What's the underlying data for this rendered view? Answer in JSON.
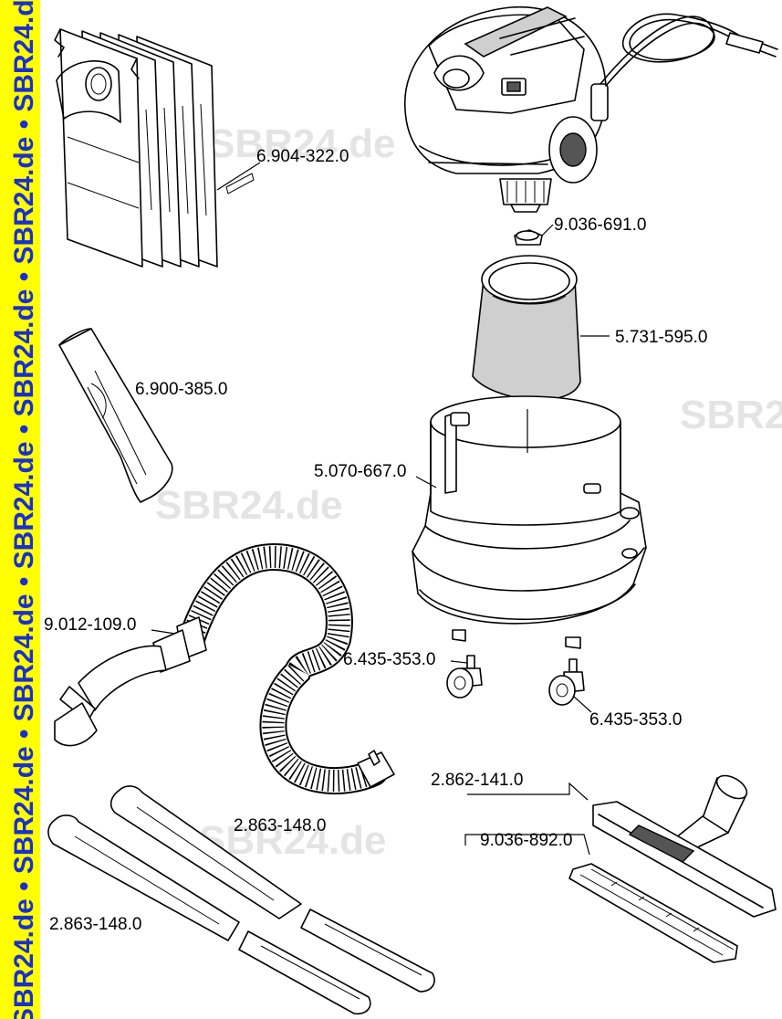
{
  "banner": {
    "text": "SBR24.de • SBR24.de • SBR24.de • SBR24.de • SBR24.de • SBR24.de • SBR24.de •",
    "background": "#ffff00",
    "color": "#1a2fd0"
  },
  "watermark": "SBR24.de",
  "parts": {
    "dust_bags": "6.904-322.0",
    "crevice_nozzle": "6.900-385.0",
    "motor_seal": "9.036-691.0",
    "cartridge_filter": "5.731-595.0",
    "container": "5.070-667.0",
    "suction_hose": "9.012-109.0",
    "castor_left": "6.435-353.0",
    "castor_right": "6.435-353.0",
    "floor_nozzle": "2.862-141.0",
    "nozzle_insert": "9.036-892.0",
    "tube_upper": "2.863-148.0",
    "tube_lower": "2.863-148.0"
  }
}
